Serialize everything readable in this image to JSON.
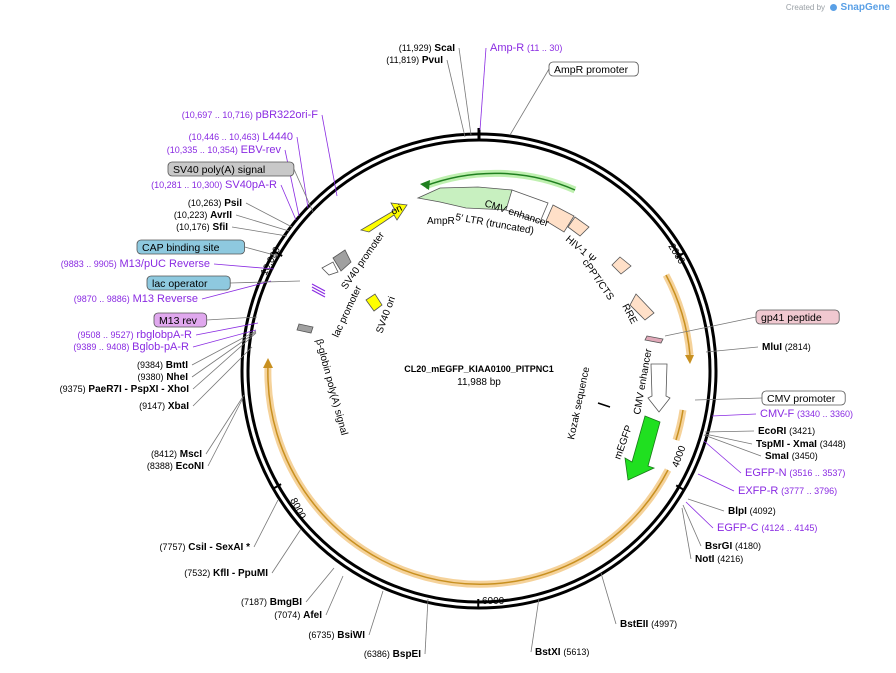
{
  "plasmid": {
    "name": "CL20_mEGFP_KIAA0100_PITPNC1",
    "length_label": "11,988 bp",
    "length": 11988
  },
  "branding": {
    "created_by": "Created by",
    "app": "SnapGene"
  },
  "ticks": [
    {
      "pos": 2000,
      "label": "2000"
    },
    {
      "pos": 4000,
      "label": "4000"
    },
    {
      "pos": 6000,
      "label": "6000"
    },
    {
      "pos": 8000,
      "label": "8000"
    },
    {
      "pos": 10000,
      "label": "10,000"
    }
  ],
  "sites": [
    {
      "pos": 11929,
      "coord": "(11,929)",
      "name": "ScaI",
      "color": "#000000"
    },
    {
      "pos": 11819,
      "coord": "(11,819)",
      "name": "PvuI",
      "color": "#000000"
    },
    {
      "pos": 11,
      "coord": "(11 .. 30)",
      "name": "Amp-R",
      "color": "#8a2be2",
      "order": "name-first"
    },
    {
      "pos": 10697,
      "coord": "(10,697 .. 10,716)",
      "name": "pBR322ori-F",
      "color": "#8a2be2"
    },
    {
      "pos": 10446,
      "coord": "(10,446 .. 10,463)",
      "name": "L4440",
      "color": "#8a2be2"
    },
    {
      "pos": 10335,
      "coord": "(10,335 .. 10,354)",
      "name": "EBV-rev",
      "color": "#8a2be2"
    },
    {
      "pos": 10281,
      "coord": "(10,281 .. 10,300)",
      "name": "SV40pA-R",
      "color": "#8a2be2"
    },
    {
      "pos": 10263,
      "coord": "(10,263)",
      "name": "PsiI",
      "color": "#000000"
    },
    {
      "pos": 10223,
      "coord": "(10,223)",
      "name": "AvrII",
      "color": "#000000"
    },
    {
      "pos": 10176,
      "coord": "(10,176)",
      "name": "SfiI",
      "color": "#000000"
    },
    {
      "pos": 9883,
      "coord": "(9883 .. 9905)",
      "name": "M13/pUC Reverse",
      "color": "#8a2be2"
    },
    {
      "pos": 9870,
      "coord": "(9870 .. 9886)",
      "name": "M13 Reverse",
      "color": "#8a2be2"
    },
    {
      "pos": 9508,
      "coord": "(9508 .. 9527)",
      "name": "rbglobpA-R",
      "color": "#8a2be2"
    },
    {
      "pos": 9389,
      "coord": "(9389 .. 9408)",
      "name": "Bglob-pA-R",
      "color": "#8a2be2"
    },
    {
      "pos": 9384,
      "coord": "(9384)",
      "name": "BmtI",
      "color": "#000000"
    },
    {
      "pos": 9380,
      "coord": "(9380)",
      "name": "NheI",
      "color": "#000000"
    },
    {
      "pos": 9375,
      "coord": "(9375)",
      "name": "PaeR7I - PspXI - XhoI",
      "color": "#000000"
    },
    {
      "pos": 9147,
      "coord": "(9147)",
      "name": "XbaI",
      "color": "#000000"
    },
    {
      "pos": 8412,
      "coord": "(8412)",
      "name": "MscI",
      "color": "#000000"
    },
    {
      "pos": 8388,
      "coord": "(8388)",
      "name": "EcoNI",
      "color": "#000000"
    },
    {
      "pos": 7757,
      "coord": "(7757)",
      "name": "CsiI - SexAI *",
      "color": "#000000"
    },
    {
      "pos": 7532,
      "coord": "(7532)",
      "name": "KflI - PpuMI",
      "color": "#000000"
    },
    {
      "pos": 7187,
      "coord": "(7187)",
      "name": "BmgBI",
      "color": "#000000"
    },
    {
      "pos": 7074,
      "coord": "(7074)",
      "name": "AfeI",
      "color": "#000000"
    },
    {
      "pos": 6735,
      "coord": "(6735)",
      "name": "BsiWI",
      "color": "#000000"
    },
    {
      "pos": 6386,
      "coord": "(6386)",
      "name": "BspEI",
      "color": "#000000"
    },
    {
      "pos": 5613,
      "coord": "(5613)",
      "name": "BstXI",
      "color": "#000000",
      "order": "name-first"
    },
    {
      "pos": 4997,
      "coord": "(4997)",
      "name": "BstEII",
      "color": "#000000",
      "order": "name-first"
    },
    {
      "pos": 4216,
      "coord": "(4216)",
      "name": "NotI",
      "color": "#000000",
      "order": "name-first"
    },
    {
      "pos": 4180,
      "coord": "(4180)",
      "name": "BsrGI",
      "color": "#000000",
      "order": "name-first"
    },
    {
      "pos": 4124,
      "coord": "(4124 .. 4145)",
      "name": "EGFP-C",
      "color": "#8a2be2",
      "order": "name-first"
    },
    {
      "pos": 4092,
      "coord": "(4092)",
      "name": "BlpI",
      "color": "#000000",
      "order": "name-first"
    },
    {
      "pos": 3777,
      "coord": "(3777 .. 3796)",
      "name": "EXFP-R",
      "color": "#8a2be2",
      "order": "name-first"
    },
    {
      "pos": 3516,
      "coord": "(3516 .. 3537)",
      "name": "EGFP-N",
      "color": "#8a2be2",
      "order": "name-first"
    },
    {
      "pos": 3450,
      "coord": "(3450)",
      "name": "SmaI",
      "color": "#000000",
      "order": "name-first"
    },
    {
      "pos": 3448,
      "coord": "(3448)",
      "name": "TspMI - XmaI",
      "color": "#000000",
      "order": "name-first"
    },
    {
      "pos": 3421,
      "coord": "(3421)",
      "name": "EcoRI",
      "color": "#000000",
      "order": "name-first"
    },
    {
      "pos": 3340,
      "coord": "(3340 .. 3360)",
      "name": "CMV-F",
      "color": "#8a2be2",
      "order": "name-first"
    },
    {
      "pos": 2814,
      "coord": "(2814)",
      "name": "MluI",
      "color": "#000000",
      "order": "name-first"
    }
  ],
  "boxed_labels": [
    {
      "text": "AmpR promoter",
      "fill": "#ffffff"
    },
    {
      "text": "SV40 poly(A) signal",
      "fill": "#c8c8c8"
    },
    {
      "text": "CAP binding site",
      "fill": "#8ec9df"
    },
    {
      "text": "lac operator",
      "fill": "#8ec9df"
    },
    {
      "text": "M13 rev",
      "fill": "#e0a8ee"
    },
    {
      "text": "gp41 peptide",
      "fill": "#f0c8d0"
    },
    {
      "text": "CMV promoter",
      "fill": "#ffffff"
    }
  ],
  "features": [
    {
      "name": "AmpR",
      "color": "#c8f0c0"
    },
    {
      "name": "ori",
      "color": "#ffff00"
    },
    {
      "name": "SV40 promoter",
      "color": "#a0a0a0"
    },
    {
      "name": "SV40 ori",
      "color": "#ffff00"
    },
    {
      "name": "lac promoter",
      "color": "#ffffff"
    },
    {
      "name": "β-globin poly(A) signal",
      "color": "#a0a0a0"
    },
    {
      "name": "CMV enhancer",
      "color": "#ffffff"
    },
    {
      "name": "5′ LTR (truncated)",
      "color": "#ffe0c8"
    },
    {
      "name": "HIV-1 Ψ",
      "color": "#ffe0c8"
    },
    {
      "name": "cPPT/CTS",
      "color": "#ffe0c8"
    },
    {
      "name": "RRE",
      "color": "#ffe0c8"
    },
    {
      "name": "CMV enhancer",
      "color": "#ffffff"
    },
    {
      "name": "Kozak sequence",
      "color": "#000000"
    },
    {
      "name": "mEGFP",
      "color": "#20e020"
    }
  ],
  "colors": {
    "backbone": "#000000",
    "orf_glow": "#f0c070",
    "primer": "#8a2be2"
  }
}
